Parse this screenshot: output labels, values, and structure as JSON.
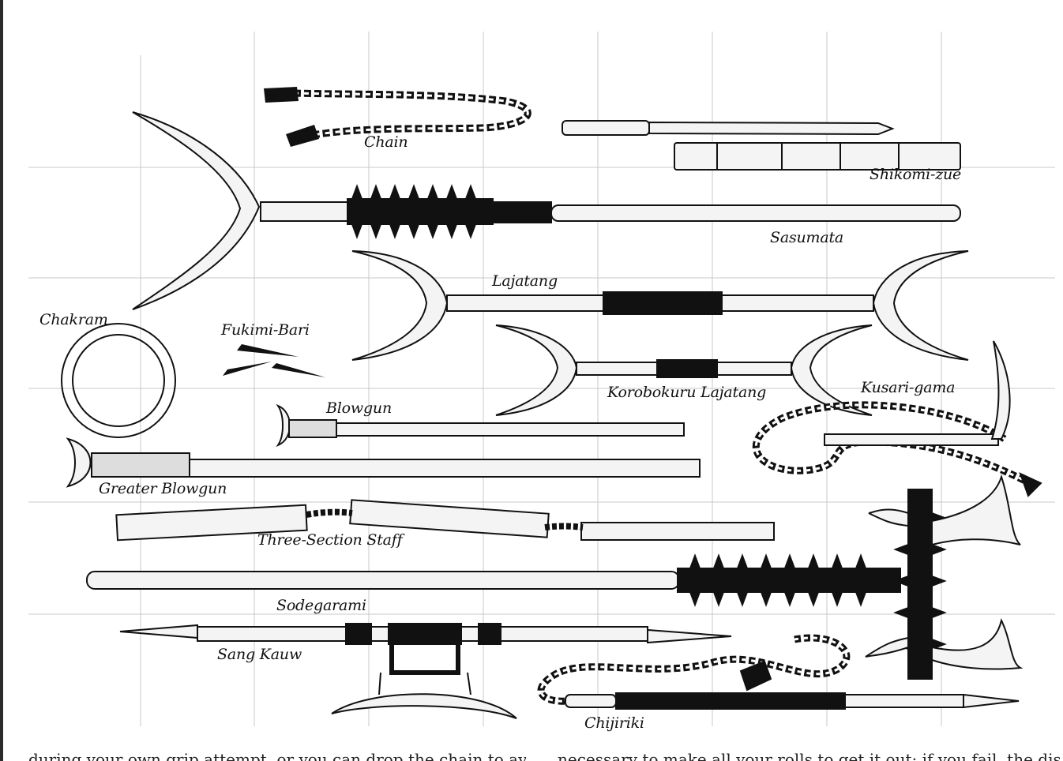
{
  "labels": {
    "chain": "Chain",
    "shikomi_zue": "Shikomi-zue",
    "sasumata": "Sasumata",
    "lajatang": "Lajatang",
    "chakram": "Chakram",
    "fukimi_bari": "Fukimi-Bari",
    "korobokuru_lajatang": "Korobokuru Lajatang",
    "kusari_gama": "Kusari-gama",
    "blowgun": "Blowgun",
    "greater_blowgun": "Greater Blowgun",
    "three_section_staff": "Three-Section Staff",
    "sodegarami": "Sodegarami",
    "sang_kauw": "Sang Kauw",
    "chijiriki": "Chijiriki"
  },
  "footer": {
    "left_text": "during your own grip attempt, or you can drop the chain to avoid",
    "right_text": "necessary to make all your rolls to get it out; if you fail, the dis-"
  },
  "colors": {
    "grid": "#c9c9c9",
    "ink": "#111111",
    "metal": "#f4f4f4"
  }
}
